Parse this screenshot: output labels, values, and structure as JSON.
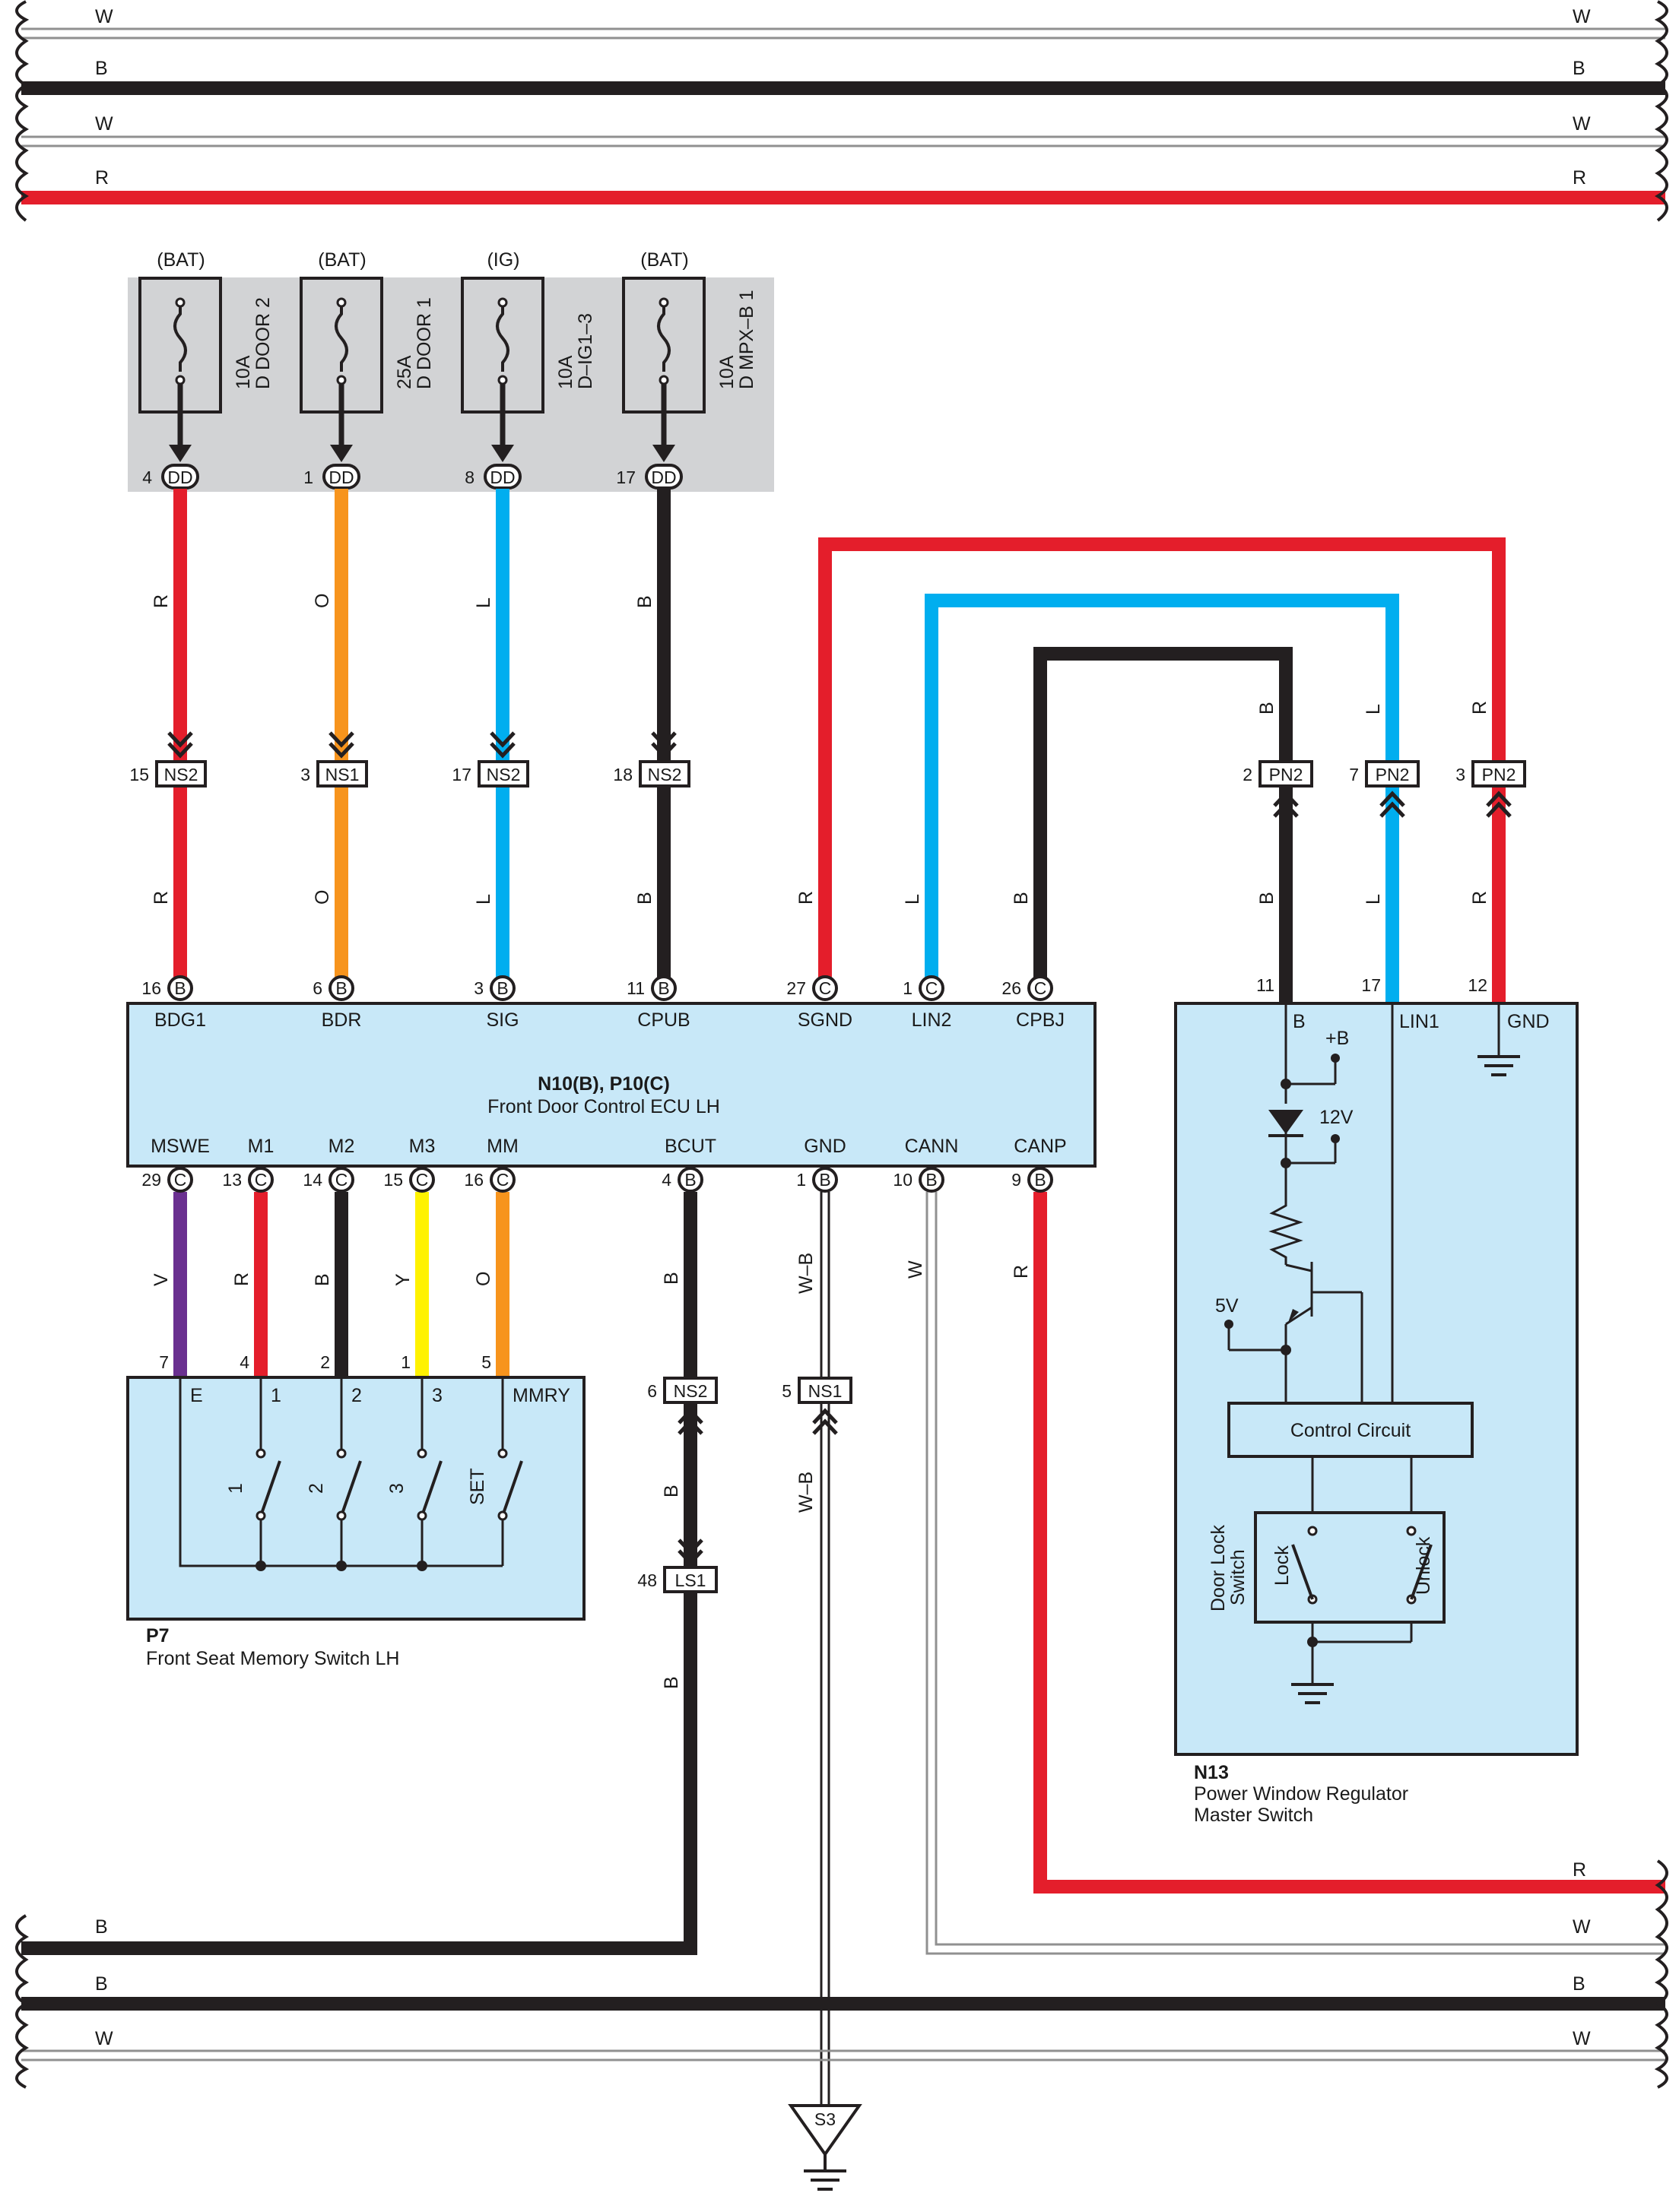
{
  "colors": {
    "R": "#e41e2b",
    "O": "#f7941d",
    "L": "#00aeef",
    "B": "#231f20",
    "V": "#6a3090",
    "Y": "#fff200",
    "W": "#b0b0b0",
    "component_fill": "#c8e8f8",
    "fuse_box": "#d2d3d5"
  },
  "top_bus": [
    {
      "left": "W",
      "right": "W",
      "color": "W"
    },
    {
      "left": "B",
      "right": "B",
      "color": "B"
    },
    {
      "left": "W",
      "right": "W",
      "color": "W"
    },
    {
      "left": "R",
      "right": "R",
      "color": "R"
    }
  ],
  "bottom_bus": [
    {
      "right": "R"
    },
    {
      "left": "B",
      "right": "W"
    },
    {
      "left": "B",
      "right": "B"
    },
    {
      "left": "W",
      "right": "W"
    }
  ],
  "fuses": [
    {
      "source": "(BAT)",
      "rating": "10A",
      "name": "D DOOR 2",
      "pin": "4",
      "conn": "DD"
    },
    {
      "source": "(BAT)",
      "rating": "25A",
      "name": "D DOOR 1",
      "pin": "1",
      "conn": "DD"
    },
    {
      "source": "(IG)",
      "rating": "10A",
      "name": "D–IG1–3",
      "pin": "8",
      "conn": "DD"
    },
    {
      "source": "(BAT)",
      "rating": "10A",
      "name": "D MPX–B 1",
      "pin": "17",
      "conn": "DD"
    }
  ],
  "ns_connectors": [
    {
      "pin": "15",
      "name": "NS2"
    },
    {
      "pin": "3",
      "name": "NS1"
    },
    {
      "pin": "17",
      "name": "NS2"
    },
    {
      "pin": "18",
      "name": "NS2"
    }
  ],
  "pn_connectors": [
    {
      "pin": "2",
      "name": "PN2"
    },
    {
      "pin": "7",
      "name": "PN2"
    },
    {
      "pin": "3",
      "name": "PN2"
    }
  ],
  "ecu": {
    "title": "N10(B), P10(C)",
    "subtitle": "Front Door Control ECU LH",
    "top_pins": [
      {
        "num": "16",
        "conn": "B",
        "label": "BDG1",
        "wire": "R"
      },
      {
        "num": "6",
        "conn": "B",
        "label": "BDR",
        "wire": "O"
      },
      {
        "num": "3",
        "conn": "B",
        "label": "SIG",
        "wire": "L"
      },
      {
        "num": "11",
        "conn": "B",
        "label": "CPUB",
        "wire": "B"
      },
      {
        "num": "27",
        "conn": "C",
        "label": "SGND",
        "wire": "R"
      },
      {
        "num": "1",
        "conn": "C",
        "label": "LIN2",
        "wire": "L"
      },
      {
        "num": "26",
        "conn": "C",
        "label": "CPBJ",
        "wire": "B"
      }
    ],
    "bottom_pins": [
      {
        "num": "29",
        "conn": "C",
        "label": "MSWE",
        "wire": "V"
      },
      {
        "num": "13",
        "conn": "C",
        "label": "M1",
        "wire": "R"
      },
      {
        "num": "14",
        "conn": "C",
        "label": "M2",
        "wire": "B"
      },
      {
        "num": "15",
        "conn": "C",
        "label": "M3",
        "wire": "Y"
      },
      {
        "num": "16",
        "conn": "C",
        "label": "MM",
        "wire": "O"
      },
      {
        "num": "4",
        "conn": "B",
        "label": "BCUT",
        "wire": "B"
      },
      {
        "num": "1",
        "conn": "B",
        "label": "GND",
        "wire": "W–B"
      },
      {
        "num": "10",
        "conn": "B",
        "label": "CANN",
        "wire": "W"
      },
      {
        "num": "9",
        "conn": "B",
        "label": "CANP",
        "wire": "R"
      }
    ]
  },
  "seat_switch": {
    "id": "P7",
    "name": "Front Seat Memory Switch LH",
    "pins": [
      {
        "num": "7",
        "label": "E"
      },
      {
        "num": "4",
        "label": "1"
      },
      {
        "num": "2",
        "label": "2"
      },
      {
        "num": "1",
        "label": "3"
      },
      {
        "num": "5",
        "label": "MMRY"
      }
    ],
    "switch_labels": [
      "1",
      "2",
      "3",
      "SET"
    ]
  },
  "window_switch": {
    "id": "N13",
    "name_line1": "Power Window Regulator",
    "name_line2": "Master Switch",
    "pins": [
      {
        "num": "11",
        "label": "B"
      },
      {
        "num": "17",
        "label": "LIN1"
      },
      {
        "num": "12",
        "label": "GND"
      }
    ],
    "plus_b": "+B",
    "v12": "12V",
    "v5": "5V",
    "control": "Control Circuit",
    "door_lock_1": "Door Lock",
    "door_lock_2": "Switch",
    "lock": "Lock",
    "unlock": "Unlock"
  },
  "bcut_connectors": [
    {
      "pin": "6",
      "name": "NS2"
    },
    {
      "pin": "48",
      "name": "LS1"
    }
  ],
  "gnd_connector": {
    "pin": "5",
    "name": "NS1"
  },
  "ground_point": "S3"
}
